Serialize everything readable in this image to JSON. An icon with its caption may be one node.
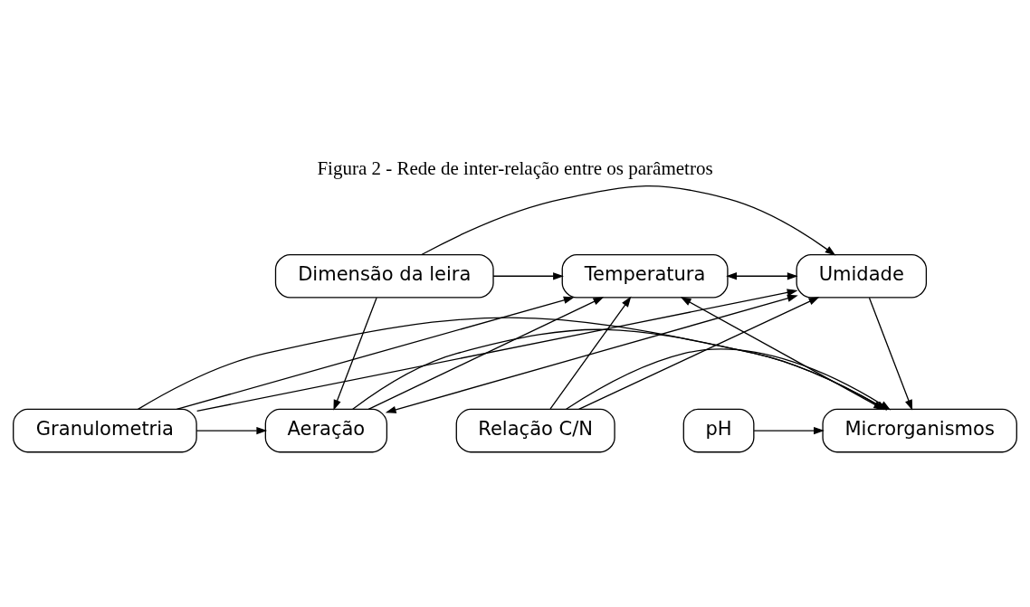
{
  "diagram": {
    "title": "Figura 2 - Rede de inter-relação entre os parâmetros",
    "nodes": [
      {
        "text": [
          "Temperatura"
        ]
      },
      {
        "text": [
          "Umidade"
        ]
      },
      {
        "text": [
          "Dimensão da leira"
        ]
      },
      {
        "text": [
          "pH"
        ]
      },
      {
        "text": [
          "Microrganismos"
        ]
      },
      {
        "text": [
          "Relação C/N"
        ]
      },
      {
        "text": [
          "Granulometria"
        ]
      },
      {
        "text": [
          "Aeração"
        ]
      }
    ],
    "edges": [
      {
        "from": 2,
        "to": 0,
        "arrow": "to"
      },
      {
        "from": 2,
        "to": 1,
        "arrow": "to"
      },
      {
        "from": 2,
        "to": 7,
        "arrow": "to"
      },
      {
        "from": 0,
        "to": 1,
        "arrow": "both"
      },
      {
        "from": 0,
        "to": 4,
        "arrow": "both"
      },
      {
        "from": 1,
        "to": 4,
        "arrow": "to"
      },
      {
        "from": 1,
        "to": 7,
        "arrow": "both"
      },
      {
        "from": 5,
        "to": 0,
        "arrow": "to"
      },
      {
        "from": 5,
        "to": 1,
        "arrow": "to"
      },
      {
        "from": 5,
        "to": 4,
        "arrow": "to"
      },
      {
        "from": 3,
        "to": 4,
        "arrow": "to"
      },
      {
        "from": 6,
        "to": 0,
        "arrow": "to"
      },
      {
        "from": 6,
        "to": 4,
        "arrow": "to"
      },
      {
        "from": 6,
        "to": 1,
        "arrow": "to"
      },
      {
        "from": 6,
        "to": 7,
        "arrow": "to"
      },
      {
        "from": 7,
        "to": 4,
        "arrow": "to"
      },
      {
        "from": 7,
        "to": 0,
        "arrow": "to"
      }
    ]
  }
}
